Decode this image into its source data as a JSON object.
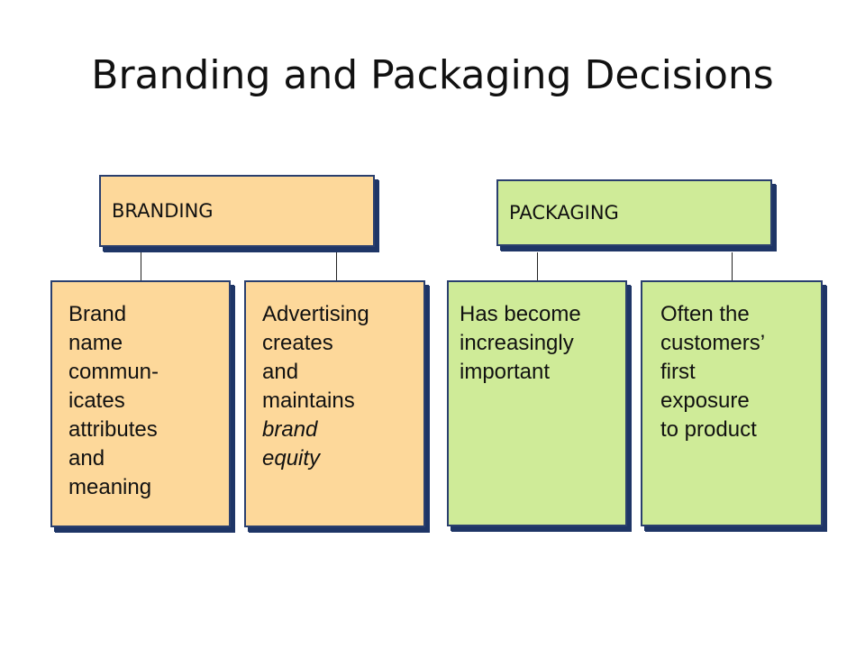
{
  "title": "Branding and Packaging Decisions",
  "colors": {
    "branding_fill": "#fdd89a",
    "packaging_fill": "#cfeb98",
    "border": "#2a3f6e"
  },
  "branding": {
    "header": "BRANDING",
    "items": [
      {
        "lines": [
          "Brand",
          "name",
          "commun-",
          "icates",
          "attributes",
          "and",
          "meaning"
        ]
      },
      {
        "lines": [
          "Advertising",
          "creates",
          "and",
          "maintains"
        ],
        "italic_lines": [
          "brand",
          "equity"
        ]
      }
    ]
  },
  "packaging": {
    "header": "PACKAGING",
    "items": [
      {
        "lines": [
          "Has become",
          "increasingly",
          "important"
        ]
      },
      {
        "lines": [
          "Often the",
          "customers’",
          "first",
          "exposure",
          "to product"
        ]
      }
    ]
  }
}
